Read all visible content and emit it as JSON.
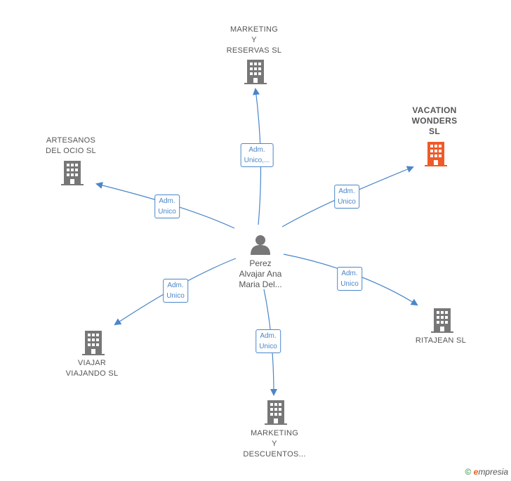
{
  "center": {
    "name_lines": [
      "Perez",
      "Alvajar Ana",
      "Maria Del..."
    ],
    "icon": "person-icon"
  },
  "companies": [
    {
      "key": "marketing-reservas",
      "lines": [
        "MARKETING",
        "Y",
        "RESERVAS  SL"
      ],
      "role_lines": [
        "Adm.",
        "Unico,..."
      ],
      "highlight": false
    },
    {
      "key": "vacation-wonders",
      "lines": [
        "VACATION",
        "WONDERS",
        "SL"
      ],
      "role_lines": [
        "Adm.",
        "Unico"
      ],
      "highlight": true
    },
    {
      "key": "artesanos-ocio",
      "lines": [
        "ARTESANOS",
        "DEL OCIO  SL"
      ],
      "role_lines": [
        "Adm.",
        "Unico"
      ],
      "highlight": false
    },
    {
      "key": "ritajean",
      "lines": [
        "RITAJEAN SL"
      ],
      "role_lines": [
        "Adm.",
        "Unico"
      ],
      "highlight": false
    },
    {
      "key": "viajar-viajando",
      "lines": [
        "VIAJAR",
        "VIAJANDO  SL"
      ],
      "role_lines": [
        "Adm.",
        "Unico"
      ],
      "highlight": false
    },
    {
      "key": "marketing-descuentos",
      "lines": [
        "MARKETING",
        "Y",
        "DESCUENTOS..."
      ],
      "role_lines": [
        "Adm.",
        "Unico"
      ],
      "highlight": false
    }
  ],
  "colors": {
    "edge": "#4a86c8",
    "building": "#777777",
    "building_highlight": "#f05a28"
  },
  "footer": {
    "copyright": "©",
    "brand_initial": "e",
    "brand_rest": "mpresia"
  }
}
